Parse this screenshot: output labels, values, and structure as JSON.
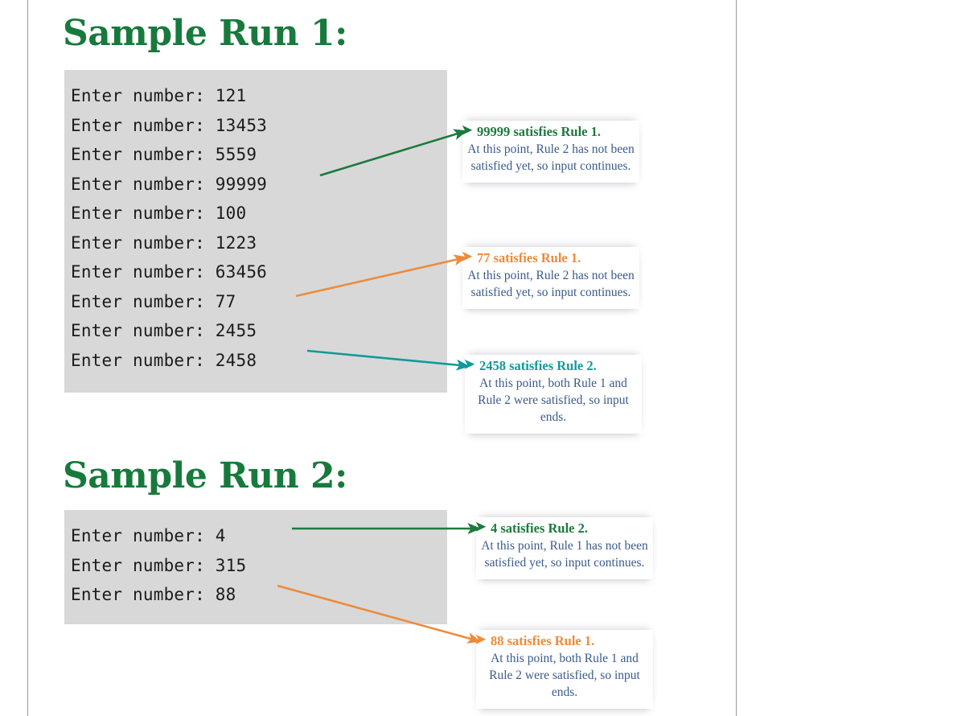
{
  "document": {
    "background_color": "#ffffff",
    "margin_guide_color": "#9a9a9a"
  },
  "palette": {
    "heading_green": "#177A3C",
    "arrow_green": "#1B7A3D",
    "arrow_orange": "#ED8B3C",
    "arrow_teal": "#0F9A9A",
    "body_blue": "#3A5A8C",
    "console_background": "#d8d8d8",
    "console_text": "#1b1b1b"
  },
  "sections": [
    {
      "heading": "Sample Run 1:",
      "console_lines": [
        "Enter number: 121",
        "Enter number: 13453",
        "Enter number: 5559",
        "Enter number: 99999",
        "Enter number: 100",
        "Enter number: 1223",
        "Enter number: 63456",
        "Enter number: 77",
        "Enter number: 2455",
        "Enter number: 2458"
      ],
      "callouts": [
        {
          "title": "99999 satisfies Rule 1.",
          "body": "At this point, Rule 2 has not been satisfied yet, so input continues.",
          "accent": "#1B7A3D",
          "accent_name": "green"
        },
        {
          "title": "77 satisfies Rule 1.",
          "body": "At this point, Rule 2 has not been satisfied yet, so input continues.",
          "accent": "#ED8B3C",
          "accent_name": "orange"
        },
        {
          "title": "2458 satisfies Rule 2.",
          "body": "At this point, both Rule 1 and Rule 2 were satisfied, so input ends.",
          "accent": "#0F9A9A",
          "accent_name": "teal"
        }
      ]
    },
    {
      "heading": "Sample Run 2:",
      "console_lines": [
        "Enter number: 4",
        "Enter number: 315",
        "Enter number: 88"
      ],
      "callouts": [
        {
          "title": "4 satisfies Rule 2.",
          "body": "At this point, Rule 1 has not been satisfied yet, so input continues.",
          "accent": "#1B7A3D",
          "accent_name": "green"
        },
        {
          "title": "88 satisfies Rule 1.",
          "body": "At this point, both Rule 1 and Rule 2 were satisfied, so input ends.",
          "accent": "#ED8B3C",
          "accent_name": "orange"
        }
      ]
    }
  ]
}
